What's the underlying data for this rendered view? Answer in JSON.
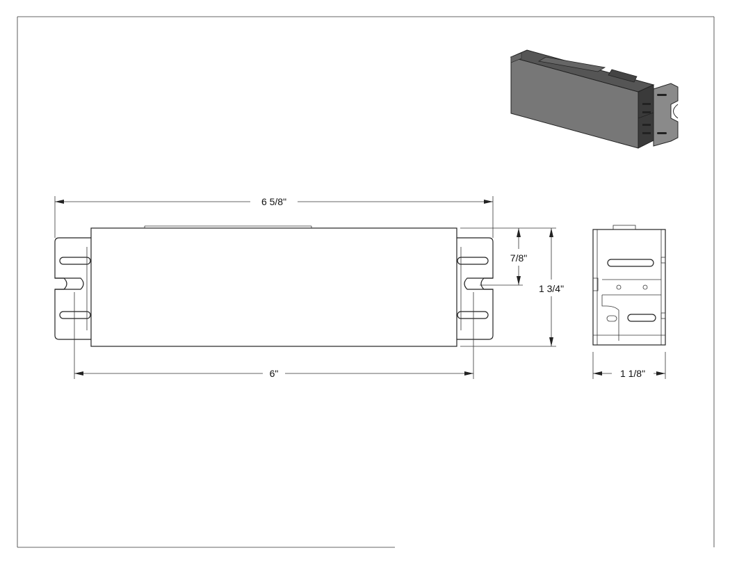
{
  "dimensions": {
    "overall_length": "6 5/8\"",
    "mounting_length": "6\"",
    "slot_offset": "7/8\"",
    "height": "1 3/4\"",
    "width": "1 1/8\""
  }
}
